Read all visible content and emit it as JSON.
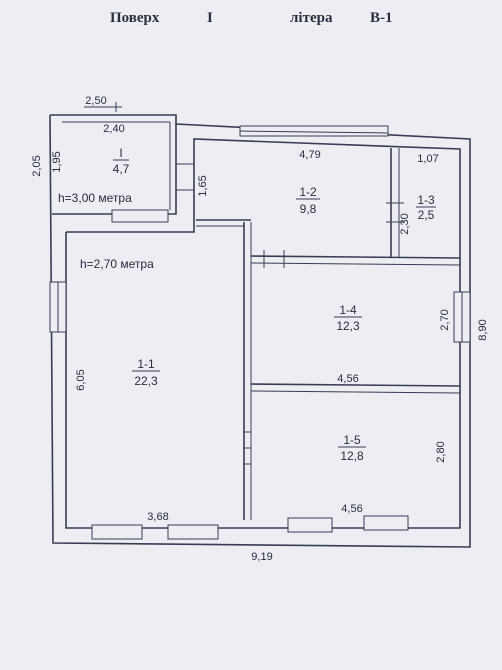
{
  "header": {
    "floor_label": "Поверх",
    "floor_number": "I",
    "litera_label": "літера",
    "litera_value": "В-1"
  },
  "plan": {
    "heights": {
      "upper_left": "h=3,00 метра",
      "main": "h=2,70 метра"
    },
    "rooms": [
      {
        "id": "I",
        "area": "4,7"
      },
      {
        "id": "1-1",
        "area": "22,3"
      },
      {
        "id": "1-2",
        "area": "9,8"
      },
      {
        "id": "1-3",
        "area": "2,5"
      },
      {
        "id": "1-4",
        "area": "12,3"
      },
      {
        "id": "1-5",
        "area": "12,8"
      }
    ],
    "dimensions": {
      "top_outer": "2,50",
      "top_inner": "2,40",
      "left_outer": "2,05",
      "left_inner": "1,95",
      "partition_v": "1,65",
      "room_12_width": "4,79",
      "room_13_width": "1,07",
      "room_13_height": "2,30",
      "room_11_height": "6,05",
      "room_14_height": "2,70",
      "total_height": "8,90",
      "room_14_width": "4,56",
      "room_15_height": "2,80",
      "room_11_width": "3,68",
      "room_15_width": "4,56",
      "total_width": "9,19"
    }
  }
}
